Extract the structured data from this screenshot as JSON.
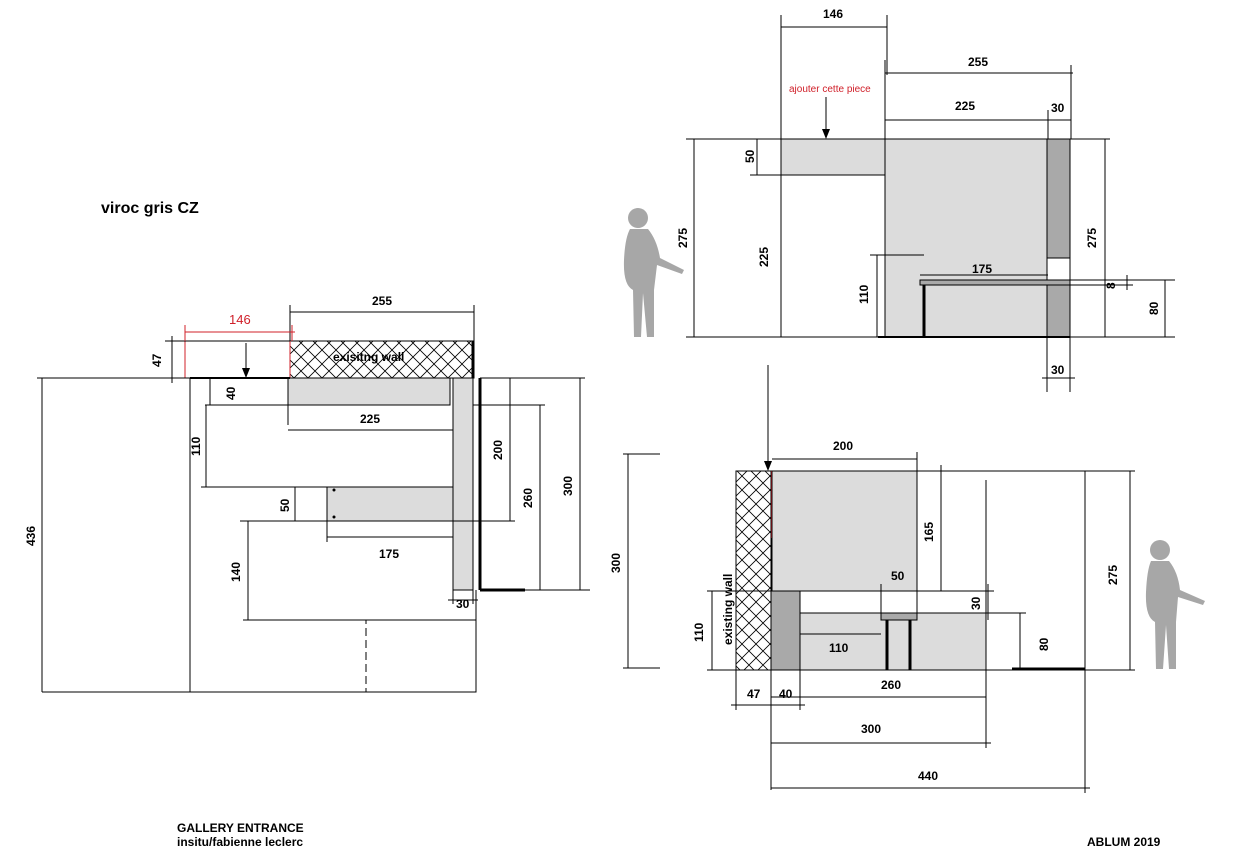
{
  "material_label": "viroc gris CZ",
  "footer": {
    "project_title": "GALLERY ENTRANCE",
    "credit": "insitu/fabienne leclerc",
    "studio": "ABLUM 2019"
  },
  "plan": {
    "existing_wall_label": "exisitng wall",
    "dims": {
      "d146": "146",
      "d255": "255",
      "d47": "47",
      "d40": "40",
      "d225": "225",
      "d110": "110",
      "d50": "50",
      "d175": "175",
      "d140": "140",
      "d436": "436",
      "d200": "200",
      "d260": "260",
      "d300": "300",
      "d30": "30",
      "d300b": "300"
    }
  },
  "elevation_top": {
    "note": "ajouter cette piece",
    "dims": {
      "d146": "146",
      "d255": "255",
      "d225": "225",
      "d30": "30",
      "d50": "50",
      "d275": "275",
      "d225v": "225",
      "d110": "110",
      "d175": "175",
      "d275r": "275",
      "d8": "8",
      "d80": "80",
      "d30b": "30"
    }
  },
  "elevation_bottom": {
    "existing_wall_label": "existing wall",
    "dims": {
      "d200": "200",
      "d165": "165",
      "d50": "50",
      "d30": "30",
      "d275": "275",
      "d110": "110",
      "d110h": "110",
      "d80": "80",
      "d47": "47",
      "d40": "40",
      "d260": "260",
      "d300": "300",
      "d440": "440"
    }
  }
}
